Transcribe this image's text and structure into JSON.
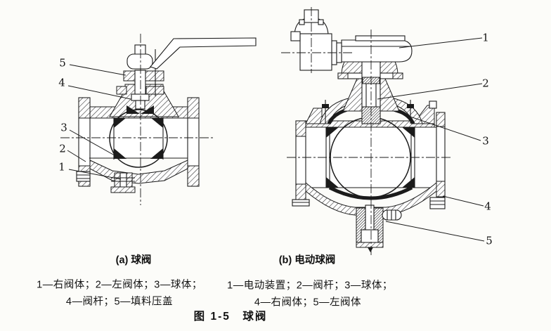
{
  "colors": {
    "ink": "#1b1b1b",
    "paper": "#fcfcf9"
  },
  "figure": {
    "title": "图 1-5　球阀",
    "panel_a": {
      "caption": "(a) 球阀",
      "legend1": "1—右阀体；2—左阀体；3—球体；",
      "legend2": "4—阀杆；5—填料压盖",
      "callouts": {
        "c1": "1",
        "c2": "2",
        "c3": "3",
        "c4": "4",
        "c5": "5"
      }
    },
    "panel_b": {
      "caption": "(b) 电动球阀",
      "legend1": "1—电动装置；2—阀杆；3—球体；",
      "legend2": "4—右阀体；5—左阀体",
      "callouts": {
        "c1": "1",
        "c2": "2",
        "c3": "3",
        "c4": "4",
        "c5": "5"
      }
    }
  }
}
